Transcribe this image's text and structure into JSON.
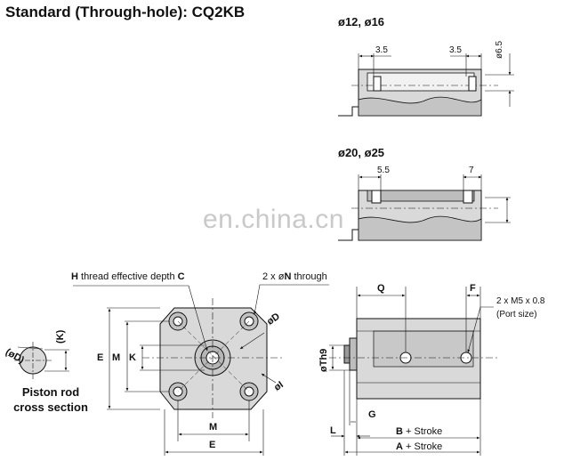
{
  "title": {
    "prefix": "Standard (Through-hole): ",
    "model": "CQ2KB"
  },
  "watermark": "en.china.cn",
  "views": {
    "top_small": {
      "header": "ø12, ø16",
      "dim_left": "3.5",
      "dim_right": "3.5",
      "dim_side": "ø6.5"
    },
    "top_large": {
      "header": "ø20, ø25",
      "dim_left": "5.5",
      "dim_right": "7"
    },
    "front": {
      "callout_thread_prefix": "H",
      "callout_thread_text": " thread effective depth ",
      "callout_thread_suffix": "C",
      "callout_through_prefix": "2 x ø",
      "callout_through_bold": "N",
      "callout_through_suffix": " through",
      "dim_E_left": "E",
      "dim_M_left": "M",
      "dim_K_left": "K",
      "dim_D": "øD",
      "dim_I": "øI",
      "dim_M_bottom": "M",
      "dim_E_bottom": "E"
    },
    "piston": {
      "dim_D": "(øD)",
      "dim_K": "(K)",
      "caption_line1": "Piston rod",
      "caption_line2": "cross section"
    },
    "side": {
      "dim_Q": "Q",
      "dim_F": "F",
      "port_label": "2 x M5 x 0.8",
      "port_note": "(Port size)",
      "dim_Th9": "øTh9",
      "dim_L": "L",
      "dim_G": "G",
      "dim_B": "B",
      "dim_B_suffix": " + Stroke",
      "dim_A": "A",
      "dim_A_suffix": " + Stroke"
    }
  },
  "colors": {
    "body_fill": "#d9d9d9",
    "dark_fill": "#9a9a9a",
    "line": "#111111",
    "watermark": "#c9c9c9"
  }
}
